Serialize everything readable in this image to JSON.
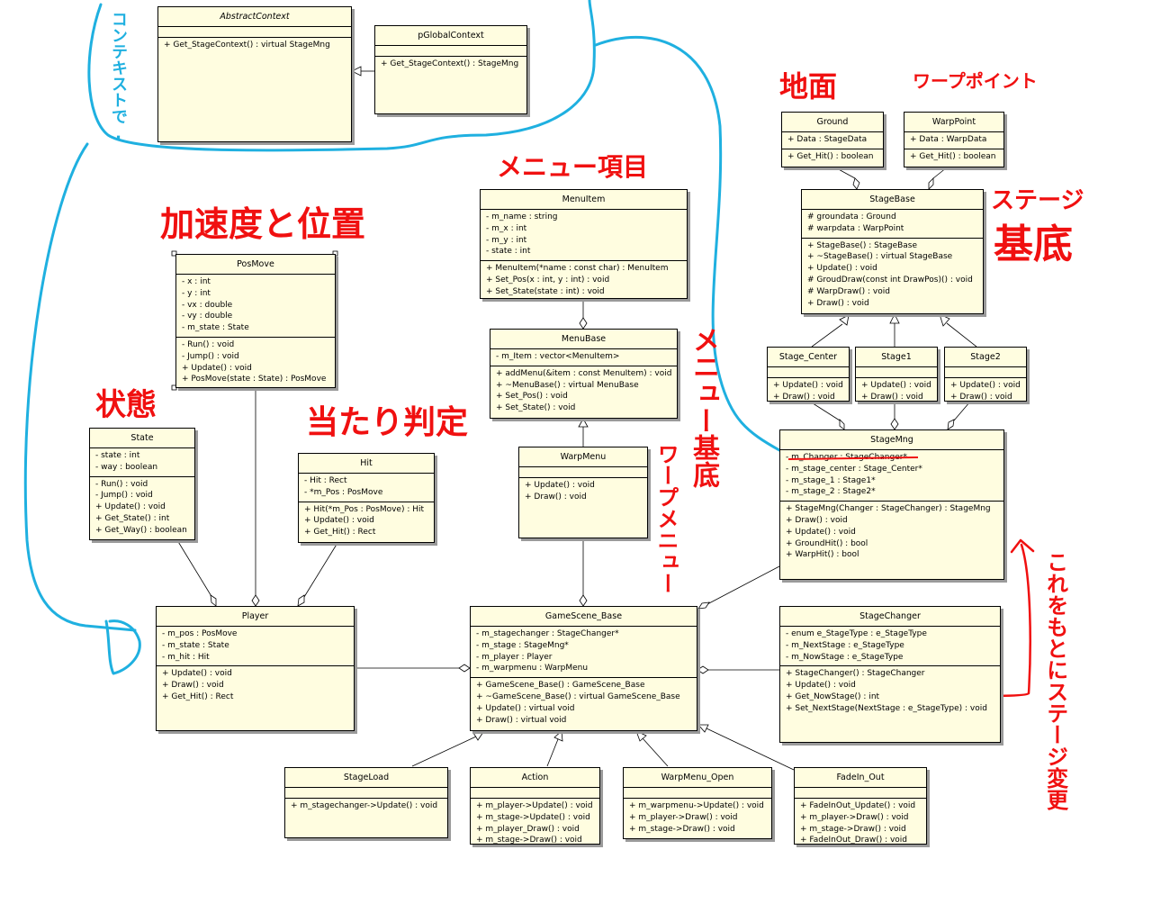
{
  "classes": [
    {
      "key": "abstractcontext",
      "title": "AbstractContext",
      "abstract": true,
      "attributes": [],
      "operations": [
        "+ Get_StageContext() : virtual StageMng"
      ]
    },
    {
      "key": "pglobalcontext",
      "title": "pGlobalContext",
      "attributes": [],
      "operations": [
        "+ Get_StageContext() : StageMng"
      ]
    },
    {
      "key": "posmove",
      "title": "PosMove",
      "attributes": [
        "- x : int",
        "- y : int",
        "- vx : double",
        "- vy : double",
        "- m_state : State"
      ],
      "operations": [
        "- Run() : void",
        "- Jump() : void",
        "+ Update() : void",
        "+ PosMove(state : State) : PosMove"
      ]
    },
    {
      "key": "state",
      "title": "State",
      "attributes": [
        "- state : int",
        "- way : boolean"
      ],
      "operations": [
        "- Run() : void",
        "- Jump() : void",
        "+ Update() : void",
        "+ Get_State() : int",
        "+ Get_Way() : boolean"
      ]
    },
    {
      "key": "hit",
      "title": "Hit",
      "attributes": [
        "- Hit : Rect",
        "- *m_Pos : PosMove"
      ],
      "operations": [
        "+ Hit(*m_Pos : PosMove) : Hit",
        "+ Update() : void",
        "+ Get_Hit() : Rect"
      ]
    },
    {
      "key": "player",
      "title": "Player",
      "attributes": [
        "- m_pos : PosMove",
        "- m_state : State",
        "- m_hit : Hit"
      ],
      "operations": [
        "+ Update() : void",
        "+ Draw() : void",
        "+ Get_Hit() : Rect"
      ]
    },
    {
      "key": "menuitem",
      "title": "MenuItem",
      "attributes": [
        "- m_name : string",
        "- m_x : int",
        "- m_y : int",
        "- state : int"
      ],
      "operations": [
        "+ MenuItem(*name : const char) : MenuItem",
        "+ Set_Pos(x : int, y : int) : void",
        "+ Set_State(state : int) : void"
      ]
    },
    {
      "key": "menubase",
      "title": "MenuBase",
      "attributes": [
        "- m_Item : vector<MenuItem>"
      ],
      "operations": [
        "+ addMenu(&item : const MenuItem) : void",
        "+ ~MenuBase() : virtual MenuBase",
        "+ Set_Pos() : void",
        "+ Set_State() : void"
      ]
    },
    {
      "key": "warpmenu",
      "title": "WarpMenu",
      "attributes": [],
      "operations": [
        "+ Update() : void",
        "+ Draw() : void"
      ]
    },
    {
      "key": "gamescene",
      "title": "GameScene_Base",
      "attributes": [
        "- m_stagechanger : StageChanger*",
        "- m_stage : StageMng*",
        "- m_player : Player",
        "- m_warpmenu : WarpMenu"
      ],
      "operations": [
        "+ GameScene_Base() : GameScene_Base",
        "+ ~GameScene_Base() : virtual GameScene_Base",
        "+ Update() : virtual void",
        "+ Draw() : virtual void"
      ]
    },
    {
      "key": "stageload",
      "title": "StageLoad",
      "attributes": [],
      "operations": [
        "+ m_stagechanger->Update() : void"
      ]
    },
    {
      "key": "action",
      "title": "Action",
      "attributes": [],
      "operations": [
        "+ m_player->Update() : void",
        "+ m_stage->Update() : void",
        "+ m_player_Draw() : void",
        "+ m_stage->Draw() : void"
      ]
    },
    {
      "key": "warpmenuopen",
      "title": "WarpMenu_Open",
      "attributes": [],
      "operations": [
        "+ m_warpmenu->Update() : void",
        "+ m_player->Draw() : void",
        "+ m_stage->Draw() : void"
      ]
    },
    {
      "key": "fadeinout",
      "title": "FadeIn_Out",
      "attributes": [],
      "operations": [
        "+ FadeInOut_Update() : void",
        "+ m_player->Draw() : void",
        "+ m_stage->Draw() : void",
        "+ FadeInOut_Draw() : void"
      ]
    },
    {
      "key": "ground",
      "title": "Ground",
      "attributes": [
        "+ Data : StageData"
      ],
      "operations": [
        "+ Get_Hit() : boolean"
      ]
    },
    {
      "key": "warppoint",
      "title": "WarpPoint",
      "attributes": [
        "+ Data : WarpData"
      ],
      "operations": [
        "+ Get_Hit() : boolean"
      ]
    },
    {
      "key": "stagebase",
      "title": "StageBase",
      "attributes": [
        "# groundata : Ground",
        "# warpdata : WarpPoint"
      ],
      "operations": [
        "+ StageBase() : StageBase",
        "+ ~StageBase() : virtual StageBase",
        "+ Update() : void",
        "# GroudDraw(const int DrawPos)() : void",
        "# WarpDraw() : void",
        "+ Draw() : void"
      ]
    },
    {
      "key": "stagecenter",
      "title": "Stage_Center",
      "attributes": [],
      "operations": [
        "+ Update() : void",
        "+ Draw() : void"
      ]
    },
    {
      "key": "stage1",
      "title": "Stage1",
      "attributes": [],
      "operations": [
        "+ Update() : void",
        "+ Draw() : void"
      ]
    },
    {
      "key": "stage2",
      "title": "Stage2",
      "attributes": [],
      "operations": [
        "+ Update() : void",
        "+ Draw() : void"
      ]
    },
    {
      "key": "stagemng",
      "title": "StageMng",
      "attributes": [
        "- m_Changer : StageChanger*",
        "- m_stage_center : Stage_Center*",
        "- m_stage_1 : Stage1*",
        "- m_stage_2 : Stage2*"
      ],
      "operations": [
        "+ StageMng(Changer : StageChanger) : StageMng",
        "+ Draw() : void",
        "+ Update() : void",
        "+ GroundHit() : bool",
        "+ WarpHit() : bool"
      ]
    },
    {
      "key": "stagechanger",
      "title": "StageChanger",
      "attributes": [
        "- enum e_StageType : e_StageType",
        "- m_NextStage : e_StageType",
        "- m_NowStage : e_StageType"
      ],
      "operations": [
        "+ StageChanger() : StageChanger",
        "+ Update() : void",
        "+ Get_NowStage() : int",
        "+ Set_NextStage(NextStage : e_StageType) : void"
      ]
    }
  ],
  "annotations": {
    "context": "コンテキストで.",
    "ground": "地面",
    "warppoint": "ワープポイント",
    "menuitem": "メニュー項目",
    "posmove": "加速度と位置",
    "stagebase_1": "ステージ",
    "stagebase_2": "基底",
    "menubase": "メニュー基底",
    "state": "状態",
    "hit": "当たり判定",
    "warpmenu": "ワープメニュー",
    "stagechange": "これをもとにステージ変更"
  },
  "colors": {
    "class_fill": "#fffde0",
    "annotation_red": "#f01010",
    "annotation_cyan": "#1fb0e0"
  }
}
